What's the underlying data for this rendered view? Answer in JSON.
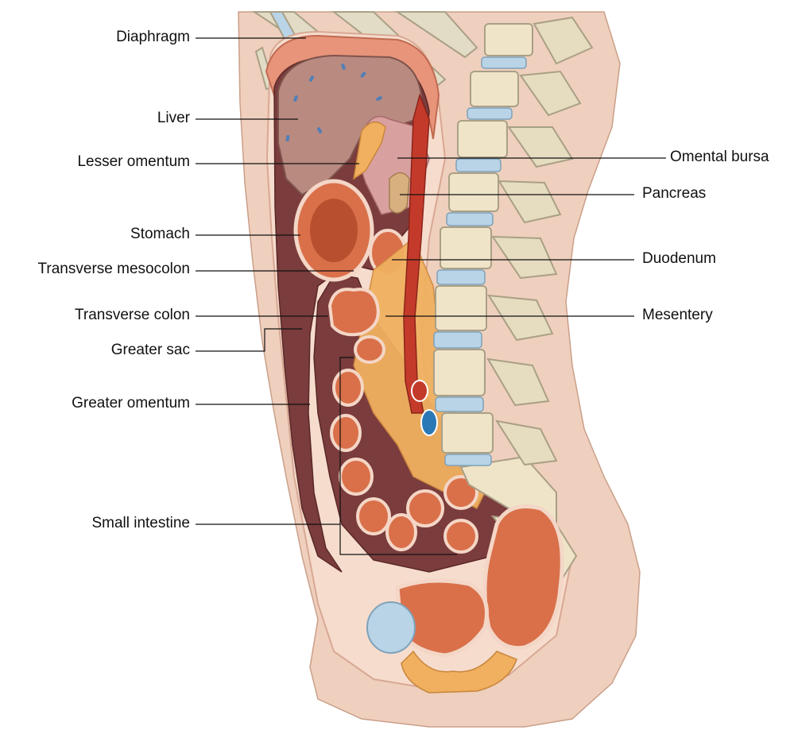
{
  "labels": {
    "diaphragm": "Diaphragm",
    "liver": "Liver",
    "lesser_omentum": "Lesser omentum",
    "stomach": "Stomach",
    "transverse_mesocolon": "Transverse mesocolon",
    "transverse_colon": "Transverse colon",
    "greater_sac": "Greater sac",
    "greater_omentum": "Greater omentum",
    "small_intestine": "Small intestine",
    "omental_bursa": "Omental bursa",
    "pancreas": "Pancreas",
    "duodenum": "Duodenum",
    "mesentery": "Mesentery"
  },
  "colors": {
    "skin": "#efcfbd",
    "body_wall": "#f6dccd",
    "peritoneal_cavity": "#7a3c3c",
    "liver": "#b98a80",
    "organ": "#d9704a",
    "organ_dark": "#b8502f",
    "fat": "#f0b060",
    "bone": "#efe4c8",
    "disc": "#b8d4e6",
    "aorta": "#c43a2a",
    "vena_cava": "#2a78b6",
    "leader_line": "#111111"
  }
}
